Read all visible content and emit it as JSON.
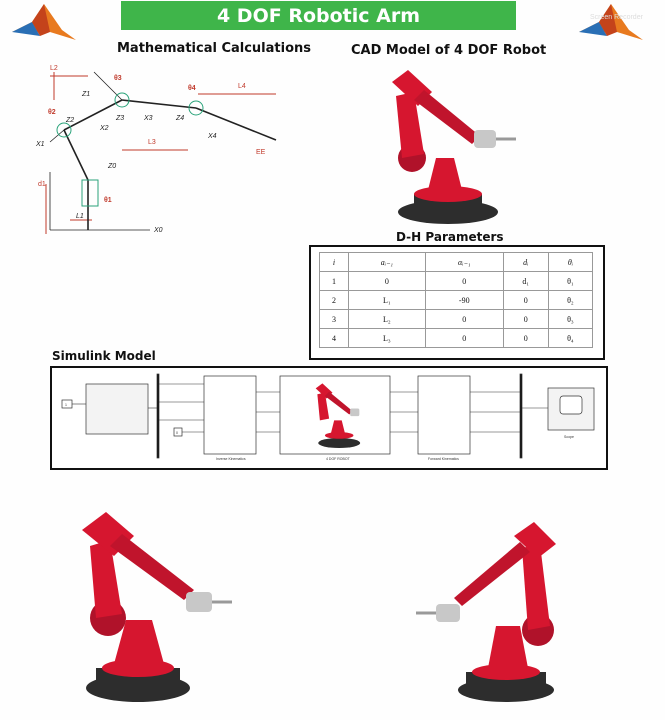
{
  "title": "4 DOF Robotic Arm",
  "sections": {
    "math": "Mathematical Calculations",
    "cad": "CAD Model of 4 DOF Robot",
    "dh": "D-H Parameters",
    "simulink": "Simulink Model"
  },
  "watermark": "Screen Recorder",
  "diagram_labels": {
    "l2": "L2",
    "l3": "L3",
    "l4": "L4",
    "l1": "L1",
    "d1": "d1",
    "theta1": "θ1",
    "theta2": "θ2",
    "theta3": "θ3",
    "theta4": "θ4",
    "z0": "Z0",
    "z1": "Z1",
    "z2": "Z2",
    "z3": "Z3",
    "z4": "Z4",
    "x0": "X0",
    "x1": "X1",
    "x2": "X2",
    "x3": "X3",
    "x4": "X4",
    "ee": "EE"
  },
  "dh_table": {
    "headers": [
      "i",
      "aᵢ₋₁",
      "αᵢ₋₁",
      "dᵢ",
      "θᵢ"
    ],
    "rows": [
      [
        "1",
        "0",
        "0",
        "d₁",
        "θ₁"
      ],
      [
        "2",
        "L₁",
        "-90",
        "0",
        "θ₂"
      ],
      [
        "3",
        "L₂",
        "0",
        "0",
        "θ₃"
      ],
      [
        "4",
        "L₃",
        "0",
        "0",
        "θ₄"
      ]
    ]
  },
  "simulink_blocks": {
    "const1": "1",
    "const2": "0",
    "inverse": "Inverse Kinematics",
    "robot": "4 DOF ROBOT",
    "forward": "Forward Kinematics",
    "scope": "Scope"
  },
  "colors": {
    "title_bg": "#3fb54a",
    "robot_red": "#d6162f",
    "base_dark": "#2d2d2d",
    "diagram_red": "#c0392b",
    "frame_green": "#2aa37a"
  }
}
